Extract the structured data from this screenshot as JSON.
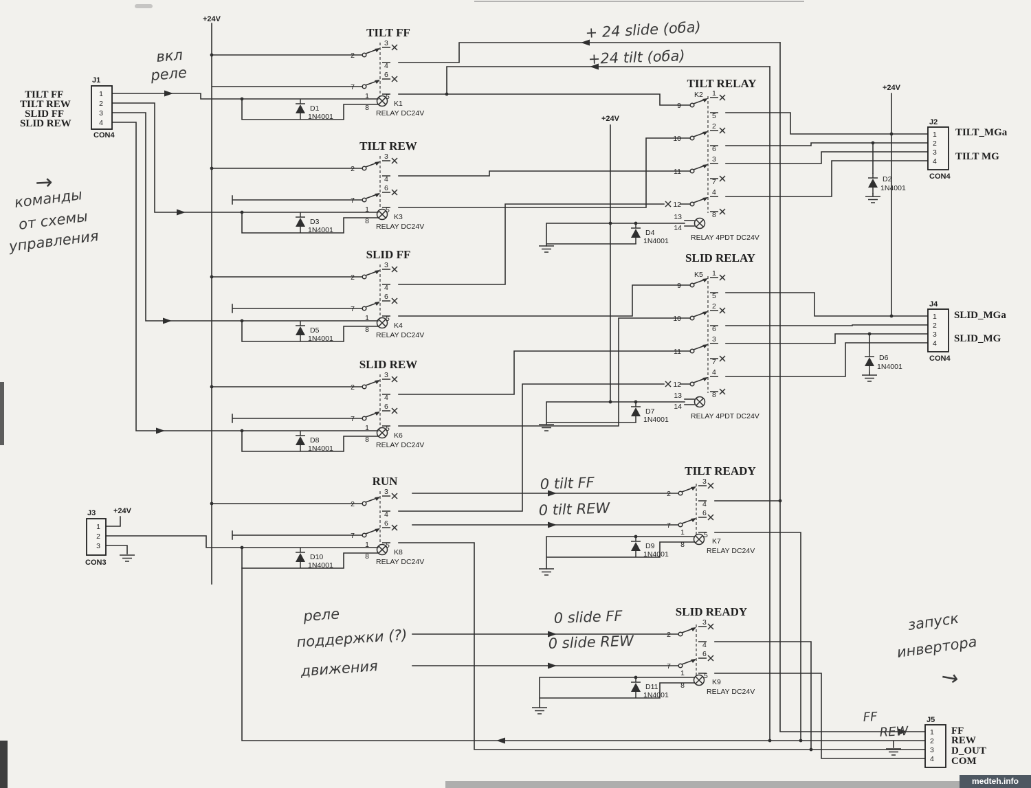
{
  "power": {
    "label": "+24V"
  },
  "pins": {
    "small": {
      "c1_common": "2",
      "c1_top": "3",
      "c1_bottom": "4",
      "c2_common": "7",
      "c2_top": "6",
      "c2_bottom": "5",
      "coil_top": "1",
      "coil_bottom": "8"
    },
    "big": {
      "commons": [
        "9",
        "10",
        "11",
        "12"
      ],
      "tops": [
        "1",
        "2",
        "3",
        "4"
      ],
      "bottoms": [
        "5",
        "6",
        "7",
        "8"
      ],
      "coil": [
        "13",
        "14"
      ]
    }
  },
  "relays": {
    "k1": {
      "title": "TILT FF",
      "name": "K1",
      "type": "RELAY DC24V",
      "diode": "D1",
      "diode_part": "1N4001"
    },
    "k3": {
      "title": "TILT REW",
      "name": "K3",
      "type": "RELAY DC24V",
      "diode": "D3",
      "diode_part": "1N4001"
    },
    "k4": {
      "title": "SLID FF",
      "name": "K4",
      "type": "RELAY DC24V",
      "diode": "D5",
      "diode_part": "1N4001"
    },
    "k6": {
      "title": "SLID REW",
      "name": "K6",
      "type": "RELAY DC24V",
      "diode": "D8",
      "diode_part": "1N4001"
    },
    "k8": {
      "title": "RUN",
      "name": "K8",
      "type": "RELAY DC24V",
      "diode": "D10",
      "diode_part": "1N4001"
    },
    "k2": {
      "title": "TILT RELAY",
      "name": "K2",
      "type": "RELAY 4PDT DC24V",
      "diode": "D4",
      "diode_part": "1N4001"
    },
    "k5": {
      "title": "SLID RELAY",
      "name": "K5",
      "type": "RELAY 4PDT DC24V",
      "diode": "D7",
      "diode_part": "1N4001"
    },
    "k7": {
      "title": "TILT READY",
      "name": "K7",
      "type": "RELAY DC24V",
      "diode": "D9",
      "diode_part": "1N4001"
    },
    "k9": {
      "title": "SLID READY",
      "name": "K9",
      "type": "RELAY DC24V",
      "diode": "D11",
      "diode_part": "1N4001"
    }
  },
  "diodes": {
    "d2": {
      "name": "D2",
      "part": "1N4001"
    },
    "d6": {
      "name": "D6",
      "part": "1N4001"
    }
  },
  "connectors": {
    "j1": {
      "name": "J1",
      "type": "CON4",
      "pins": [
        "1",
        "2",
        "3",
        "4"
      ],
      "signals": [
        "TILT FF",
        "TILT REW",
        "SLID FF",
        "SLID REW"
      ]
    },
    "j3": {
      "name": "J3",
      "type": "CON3",
      "pins": [
        "1",
        "2",
        "3"
      ]
    },
    "j2": {
      "name": "J2",
      "type": "CON4",
      "pins": [
        "1",
        "2",
        "3",
        "4"
      ],
      "signals": [
        "TILT_MGa",
        "TILT MG"
      ]
    },
    "j4": {
      "name": "J4",
      "type": "CON4",
      "pins": [
        "1",
        "2",
        "3",
        "4"
      ],
      "signals": [
        "SLID_MGa",
        "SLID_MG"
      ]
    },
    "j5": {
      "name": "J5",
      "pins": [
        "1",
        "2",
        "3",
        "4"
      ],
      "signals": [
        "FF",
        "REW",
        "D_OUT",
        "COM"
      ]
    }
  },
  "annotations": {
    "vkl_1": "вкл",
    "vkl_2": "реле",
    "slide24": "+ 24 slide (оба)",
    "tilt24": "+24 tilt (оба)",
    "cmd_1": "команды",
    "cmd_2": "от схемы",
    "cmd_3": "управления",
    "tilt_ff": "0 tilt FF",
    "tilt_rew": "0 tilt REW",
    "slide_ff": "0 slide FF",
    "slide_rew": "0 slide REW",
    "rel_1": "реле",
    "rel_2": "поддержки (?)",
    "rel_3": "движения",
    "zapusk_1": "запуск",
    "zapusk_2": "инвертора",
    "ff": "FF",
    "rew": "REW",
    "arrow": "→"
  },
  "watermark": "medteh.info"
}
